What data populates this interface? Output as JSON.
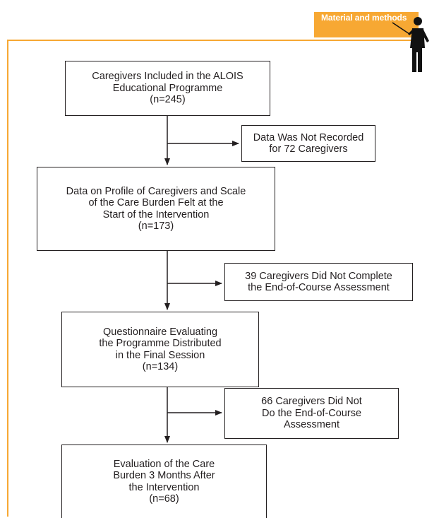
{
  "header": {
    "section_label": "Material and methods",
    "accent_color": "#f7a833",
    "icon": "presenter-figure-icon"
  },
  "flowchart": {
    "included": {
      "lines": [
        "Caregivers Included in the ALOIS",
        "Educational Programme",
        "(n=245)"
      ]
    },
    "excluded_1": {
      "lines": [
        "Data Was Not Recorded",
        "for 72 Caregivers"
      ]
    },
    "baseline": {
      "lines": [
        "Data on Profile of Caregivers and Scale",
        "of the Care Burden Felt at the",
        "Start of the Intervention",
        "(n=173)"
      ]
    },
    "excluded_2": {
      "lines": [
        "39 Caregivers Did Not Complete",
        "the End-of-Course Assessment"
      ]
    },
    "final_session": {
      "lines": [
        "Questionnaire Evaluating",
        "the Programme Distributed",
        "in the Final Session",
        "(n=134)"
      ]
    },
    "excluded_3": {
      "lines": [
        "66 Caregivers Did Not",
        "Do the End-of-Course",
        "Assessment"
      ]
    },
    "followup": {
      "lines": [
        "Evaluation of the Care",
        "Burden 3 Months After",
        "the Intervention",
        "(n=68)"
      ]
    }
  }
}
